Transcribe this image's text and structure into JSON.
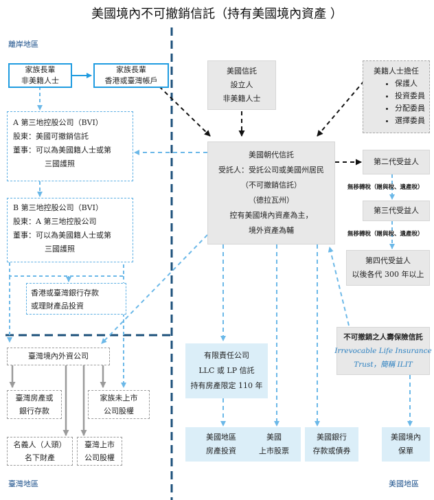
{
  "title": "美國境內不可撤銷信託（持有美國境內資產 ）",
  "regions": {
    "offshore": "離岸地區",
    "taiwan": "臺灣地區",
    "usa": "美國地區"
  },
  "boxes": {
    "family_head_nonus": [
      "家族長輩",
      "非美籍人士"
    ],
    "family_head_account": [
      "家族長輩",
      "香港或臺灣帳戶"
    ],
    "company_a": [
      "A 第三地控股公司（BVI）",
      "股東：美國可撤銷信託",
      "董事：可以為美國籍人士或第",
      "三國護照"
    ],
    "company_b": [
      "B 第三地控股公司（BVI）",
      "股東：A 第三地控股公司",
      "董事：可以為美國籍人士或第",
      "三國護照"
    ],
    "hk_tw_deposit": [
      "香港或臺灣銀行存款",
      "或理財產品投資"
    ],
    "taiwan_fic": "臺灣境內外資公司",
    "tw_property": [
      "臺灣房產或",
      "銀行存款"
    ],
    "family_unlisted": [
      "家族未上市",
      "公司股權"
    ],
    "nominee": [
      "名義人（人頭）",
      "名下財產"
    ],
    "tw_listed": [
      "臺灣上市",
      "公司股權"
    ],
    "us_settlor": [
      "美國信託",
      "設立人",
      "非美籍人士"
    ],
    "us_roles_title": "美籍人士擔任",
    "us_roles": [
      "保護人",
      "投資委員",
      "分配委員",
      "選擇委員"
    ],
    "dynasty_trust": [
      "美國朝代信託",
      "受託人：受託公司或美國州居民",
      "（不可撤銷信託）",
      "（德拉瓦州）",
      "控有美國境內資產為主，",
      "境外資產為輔"
    ],
    "gen2": "第二代受益人",
    "gen3": "第三代受益人",
    "gen4": [
      "第四代受益人",
      "以後各代 300 年以上"
    ],
    "no_transfer_tax": "無移轉稅（贈與稅、遺產稅）",
    "llc": [
      "有限責任公司",
      "LLC 或 LP 信託",
      "持有房產限定 110 年"
    ],
    "ilit": [
      "不可撤銷之人壽保險信託",
      "Irrevocable Life Insurance",
      "Trust，簡稱 ILIT"
    ],
    "us_real_estate": [
      "美國地區",
      "房產投資"
    ],
    "us_listed": [
      "美國",
      "上市股票"
    ],
    "us_bank": [
      "美國銀行",
      "存款或債券"
    ],
    "us_insurance": [
      "美國境內",
      "保單"
    ]
  },
  "colors": {
    "blue_solid": "#1e9be0",
    "blue_dash": "#5aaee3",
    "divider": "#1b4f7a",
    "grey_arrow": "#9a9a9a",
    "black_arrow": "#111111",
    "light_blue_fill": "#dbeef8",
    "grey_fill": "#e8e8e8"
  }
}
